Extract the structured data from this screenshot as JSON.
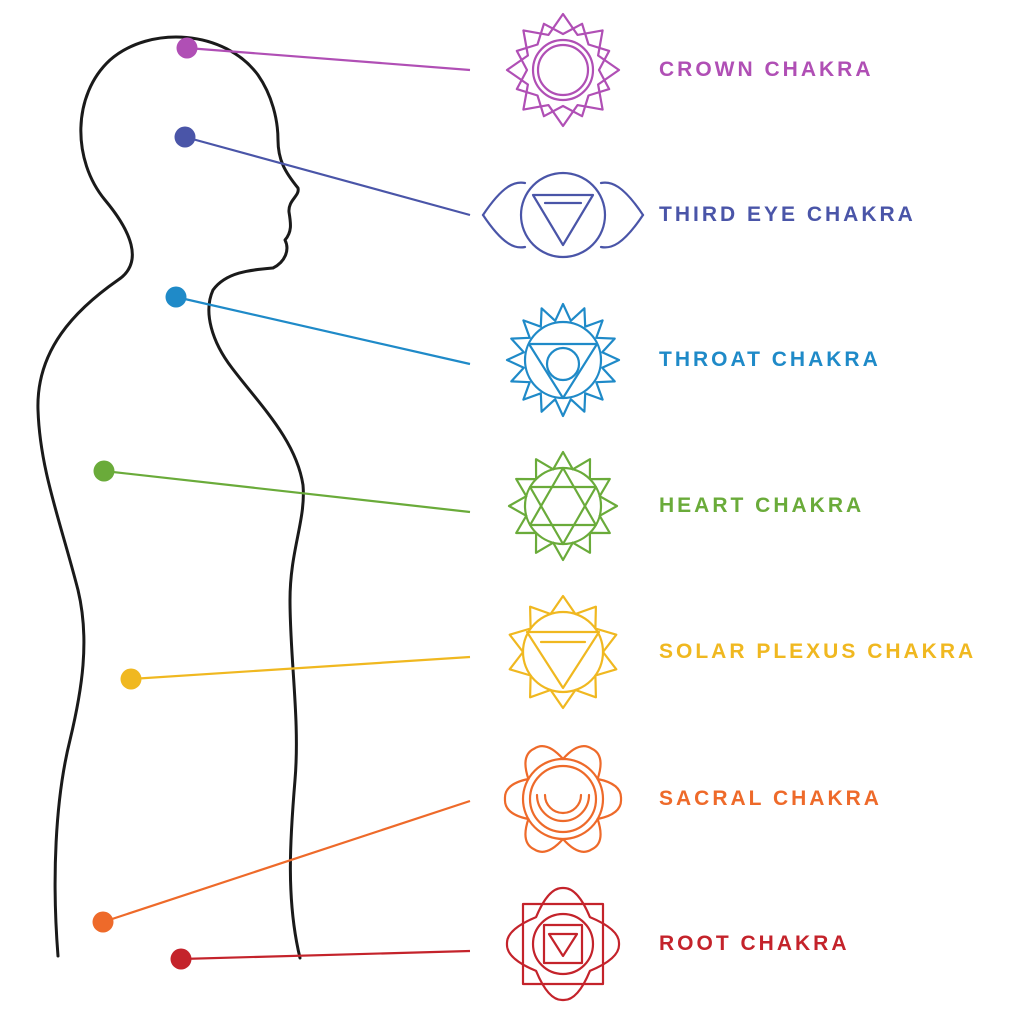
{
  "title": "Chakra diagram",
  "chakras": [
    {
      "name": "CROWN CHAKRA",
      "color": "#b04fb5",
      "symbol": "crown-lotus-icon"
    },
    {
      "name": "THIRD EYE CHAKRA",
      "color": "#4a55a8",
      "symbol": "third-eye-icon"
    },
    {
      "name": "THROAT CHAKRA",
      "color": "#1f8ac8",
      "symbol": "throat-lotus-icon"
    },
    {
      "name": "HEART CHAKRA",
      "color": "#6aab3a",
      "symbol": "heart-hexagram-icon"
    },
    {
      "name": "SOLAR PLEXUS CHAKRA",
      "color": "#f0b820",
      "symbol": "solar-plexus-icon"
    },
    {
      "name": "SACRAL CHAKRA",
      "color": "#ee6a2a",
      "symbol": "sacral-lotus-icon"
    },
    {
      "name": "ROOT CHAKRA",
      "color": "#c4232b",
      "symbol": "root-square-icon"
    }
  ]
}
